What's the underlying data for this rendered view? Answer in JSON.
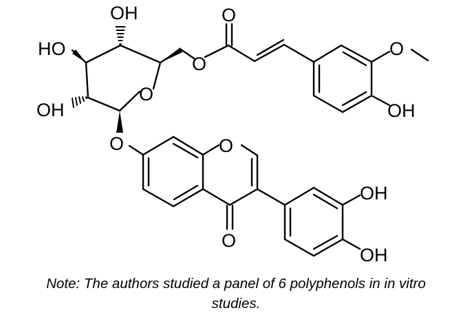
{
  "molecule": {
    "atom_labels": {
      "oh_glucose_c4": "OH",
      "ho_glucose_c3": "HO",
      "oh_glucose_c2": "OH",
      "o_ring_glucose": "O",
      "o_ester_link": "O",
      "o_carbonyl_ester": "O",
      "o_methoxy": "O",
      "oh_ferulic_phenol": "OH",
      "o_glycosidic": "O",
      "o_chromone_ring": "O",
      "o_chromone_carbonyl": "O",
      "oh_catechol_1": "OH",
      "oh_catechol_2": "OH"
    }
  },
  "caption": {
    "line1": "Note: The authors studied a panel of 6 polyphenols in in vitro",
    "line2": "studies."
  },
  "colors": {
    "ink": "#000000",
    "background": "#ffffff"
  }
}
